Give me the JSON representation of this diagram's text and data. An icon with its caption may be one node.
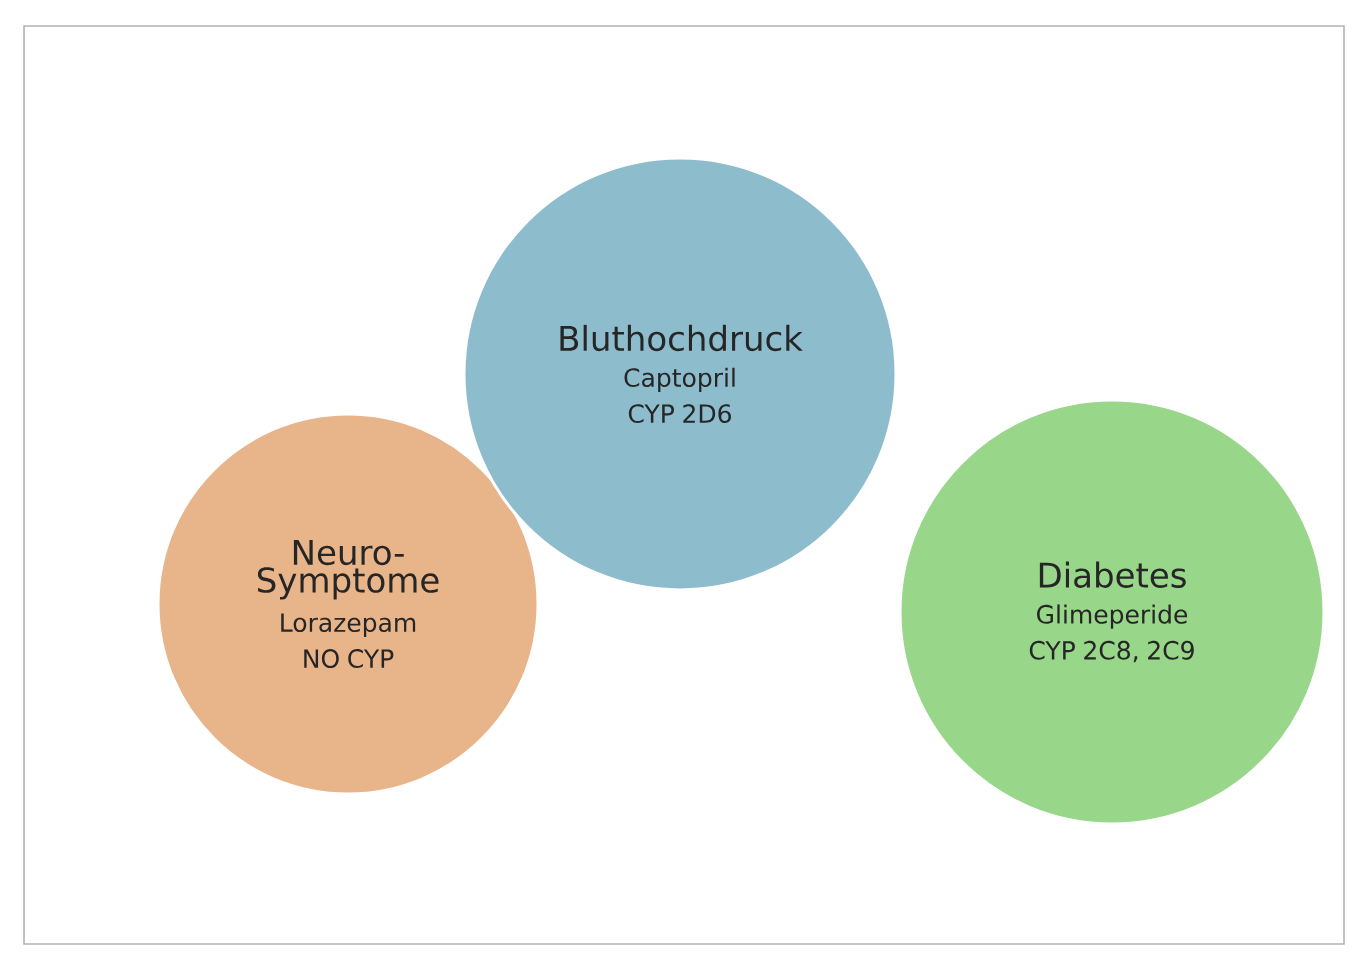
{
  "diagram": {
    "nodes": [
      {
        "text": [
          "Neuro- Symptome",
          "Lorazepam",
          "NO CYP"
        ]
      },
      {
        "text": [
          "Bluthochdruck",
          "Captopril",
          "CYP 2D6"
        ]
      },
      {
        "text": [
          "Diabetes",
          "Glimeperide",
          "CYP 2C8, 2C9"
        ]
      }
    ]
  }
}
